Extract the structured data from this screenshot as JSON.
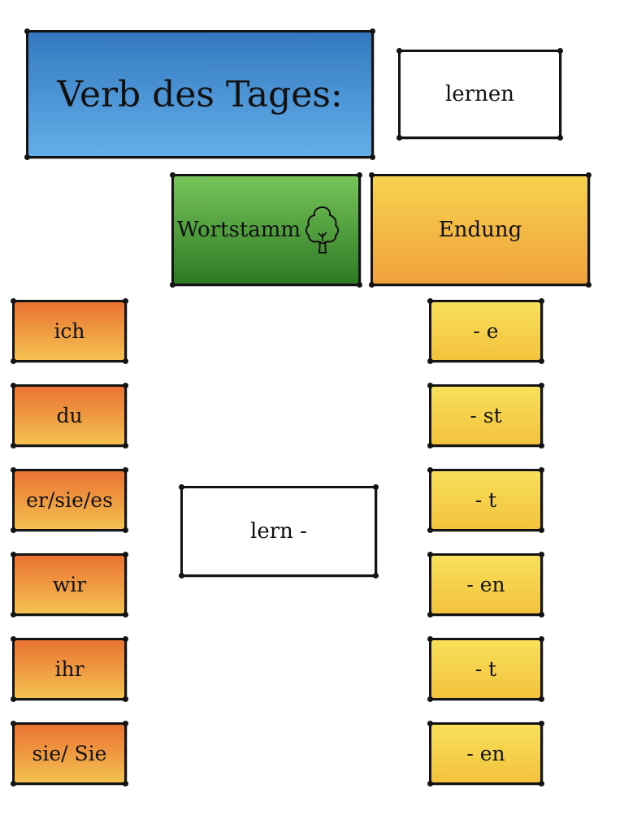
{
  "title": "Verb des Tages:",
  "verb": "lernen",
  "stem_header": "Wortstamm",
  "stem_icon": "tree-icon",
  "ending_header": "Endung",
  "stem_value": "lern -",
  "pronouns": [
    "ich",
    "du",
    "er/sie/es",
    "wir",
    "ihr",
    "sie/ Sie"
  ],
  "endings": [
    "- e",
    "- st",
    "- t",
    "- en",
    "- t",
    "- en"
  ],
  "colors": {
    "title_top": "#3479bf",
    "title_bottom": "#63aee9",
    "stem_top": "#76c45a",
    "stem_bottom": "#2e7a24",
    "ending_top": "#f6d24e",
    "ending_bottom": "#f0a13c",
    "pronoun_top": "#ea7332",
    "pronoun_bottom": "#f4c150",
    "suffix_top": "#f8e05a",
    "suffix_bottom": "#f3c23c"
  }
}
